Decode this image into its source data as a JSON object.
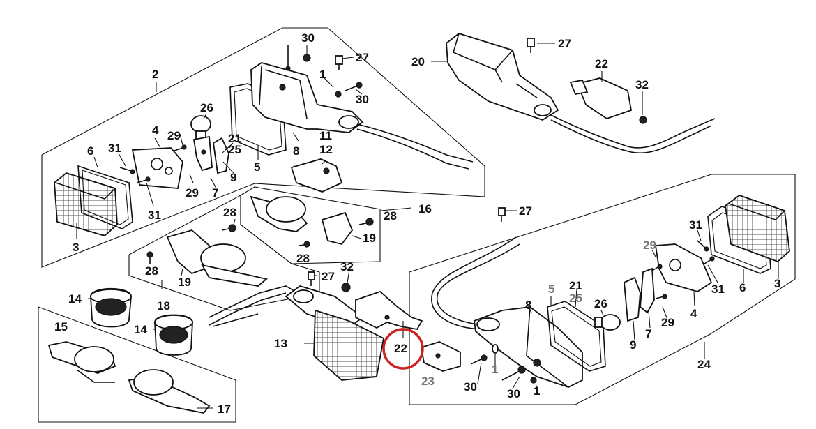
{
  "diagram": {
    "highlight": {
      "label": "22",
      "color": "#cc2222"
    },
    "labels": {
      "l30a": "30",
      "l27a": "27",
      "l2": "2",
      "l1a": "1",
      "l30b": "30",
      "l26a": "26",
      "l4a": "4",
      "l29a": "29",
      "l21a": "21",
      "l25a": "25",
      "l6a": "6",
      "l31a": "31",
      "l8a": "8",
      "l11": "11",
      "l12": "12",
      "l5a": "5",
      "l9a": "9",
      "l29b": "29",
      "l7a": "7",
      "l31b": "31",
      "l3a": "3",
      "l20": "20",
      "l27b": "27",
      "l22a": "22",
      "l32a": "32",
      "l28a": "28",
      "l28b": "28",
      "l16": "16",
      "l19a": "19",
      "l28c": "28",
      "l28d": "28",
      "l19b": "19",
      "l18": "18",
      "l27c": "27",
      "l32b": "32",
      "l27d": "27",
      "l14a": "14",
      "l14b": "14",
      "l15": "15",
      "l17": "17",
      "l13": "13",
      "l22b": "22",
      "l23": "23",
      "l30c": "30",
      "l1b": "1",
      "l30d": "30",
      "l1c": "1",
      "l31c": "31",
      "l29c": "29",
      "l5b": "5",
      "l21b": "21",
      "l25b": "25",
      "l8b": "8",
      "l26b": "26",
      "l9b": "9",
      "l7b": "7",
      "l29d": "29",
      "l4b": "4",
      "l6b": "6",
      "l31d": "31",
      "l3b": "3",
      "l24": "24"
    }
  }
}
